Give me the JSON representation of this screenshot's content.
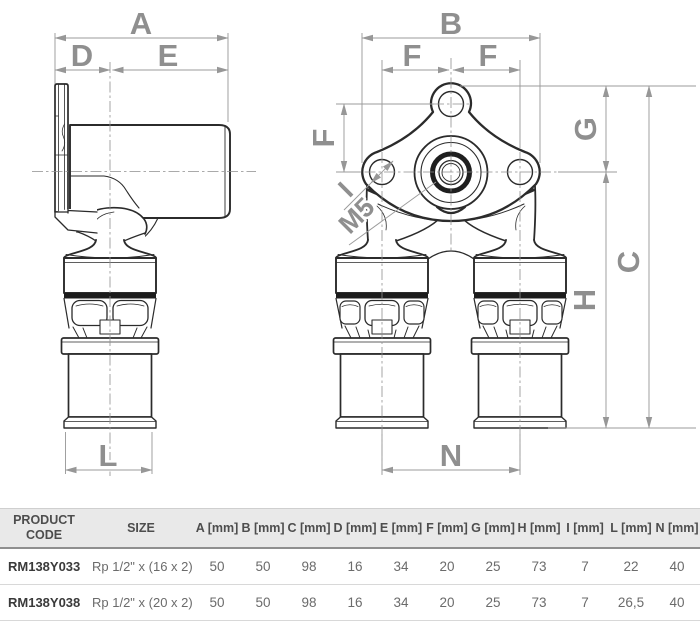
{
  "drawing": {
    "labels": {
      "A": "A",
      "B": "B",
      "C": "C",
      "D": "D",
      "E": "E",
      "F1": "F",
      "F2": "F",
      "F3": "F",
      "G": "G",
      "H": "H",
      "I": "I",
      "L": "L",
      "M5": "M5",
      "N": "N"
    },
    "colors": {
      "line": "#2b2b2b",
      "dim_line": "#9b9b9b",
      "dim_text": "#8f8f8f",
      "band": "#1c1c1c"
    }
  },
  "table": {
    "headers": [
      "PRODUCT CODE",
      "SIZE",
      "A [mm]",
      "B [mm]",
      "C [mm]",
      "D [mm]",
      "E [mm]",
      "F [mm]",
      "G [mm]",
      "H [mm]",
      "I [mm]",
      "L [mm]",
      "N [mm]"
    ],
    "rows": [
      {
        "code": "RM138Y033",
        "size": "Rp 1/2\" x (16 x 2)",
        "values": [
          "50",
          "50",
          "98",
          "16",
          "34",
          "20",
          "25",
          "73",
          "7",
          "22",
          "40"
        ]
      },
      {
        "code": "RM138Y038",
        "size": "Rp 1/2\" x (20 x 2)",
        "values": [
          "50",
          "50",
          "98",
          "16",
          "34",
          "20",
          "25",
          "73",
          "7",
          "26,5",
          "40"
        ]
      }
    ]
  }
}
